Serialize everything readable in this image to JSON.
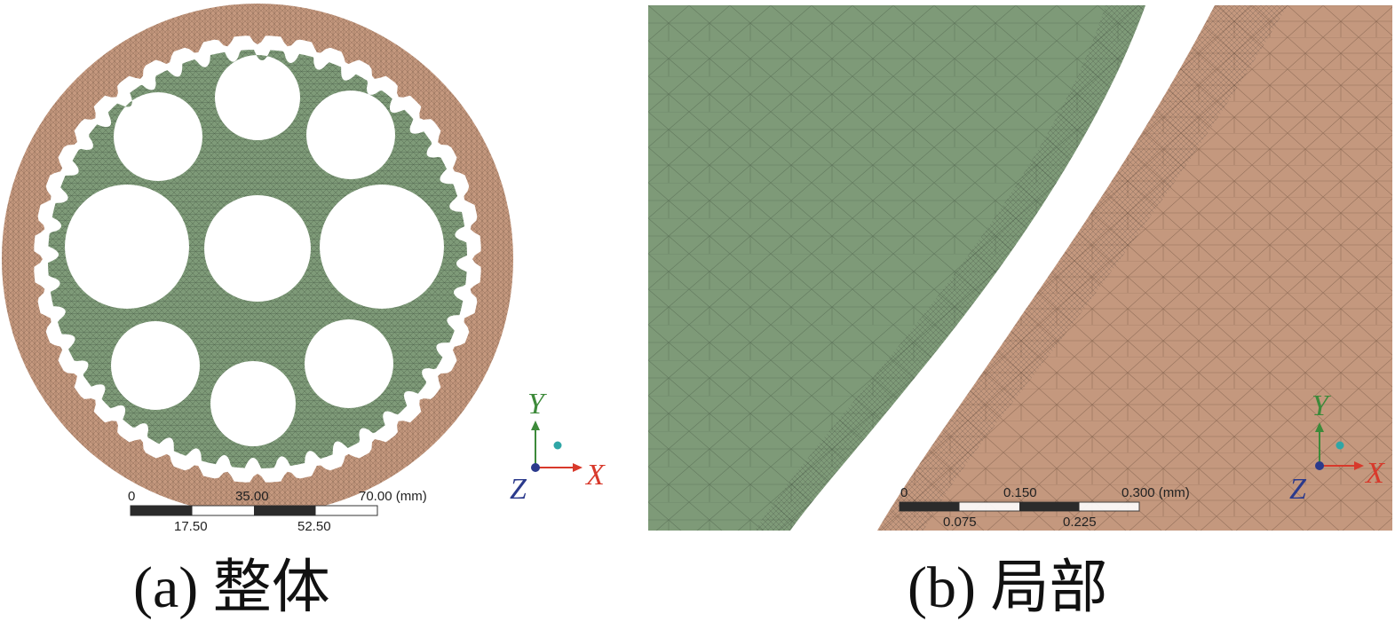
{
  "panels": [
    {
      "caption": "(a) 整体",
      "scale_bar": {
        "top_labels": [
          "0",
          "35.00",
          "70.00 (mm)"
        ],
        "bottom_labels": [
          "17.50",
          "52.50"
        ]
      },
      "triad": {
        "x": "X",
        "y": "Y",
        "z": "Z"
      }
    },
    {
      "caption": "(b) 局部",
      "scale_bar": {
        "top_labels": [
          "0",
          "0.150",
          "0.300 (mm)"
        ],
        "bottom_labels": [
          "0.075",
          "0.225"
        ]
      },
      "triad": {
        "x": "X",
        "y": "Y",
        "z": "Z"
      }
    }
  ],
  "colors": {
    "gear_mesh": "#7e9a78",
    "ring_mesh": "#c4987e",
    "axis_x": "#d8392b",
    "axis_y": "#3d8a3a",
    "axis_z": "#2b3a8c",
    "scale_dark": "#2b2b2b"
  }
}
